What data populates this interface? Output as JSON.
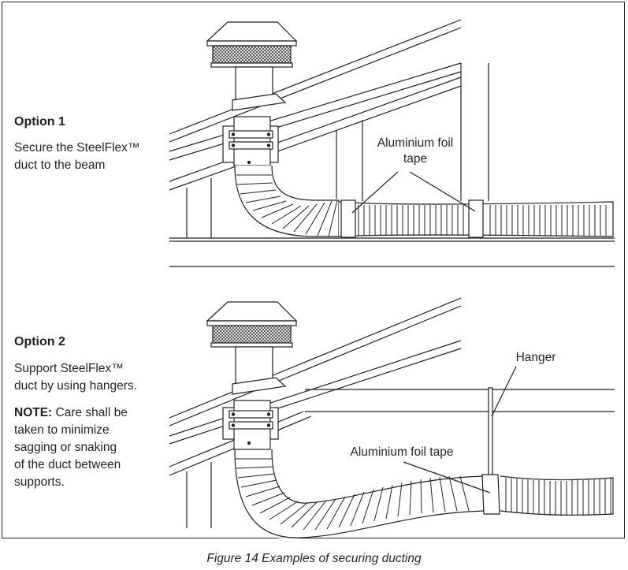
{
  "option1": {
    "title": "Option 1",
    "body_line1": "Secure the SteelFlex™",
    "body_line2": "duct to the beam",
    "label_tape_line1": "Aluminium foil",
    "label_tape_line2": "tape"
  },
  "option2": {
    "title": "Option 2",
    "body_line1": "Support SteelFlex™",
    "body_line2": "duct by using hangers.",
    "note_label": "NOTE:",
    "note_line1": " Care shall be",
    "note_line2": "taken to minimize",
    "note_line3": "sagging or snaking",
    "note_line4": "of the duct between",
    "note_line5": "supports.",
    "label_hanger": "Hanger",
    "label_tape": "Aluminium foil tape"
  },
  "caption": "Figure 14 Examples of securing ducting",
  "colors": {
    "line": "#231f20",
    "background": "#ffffff"
  }
}
